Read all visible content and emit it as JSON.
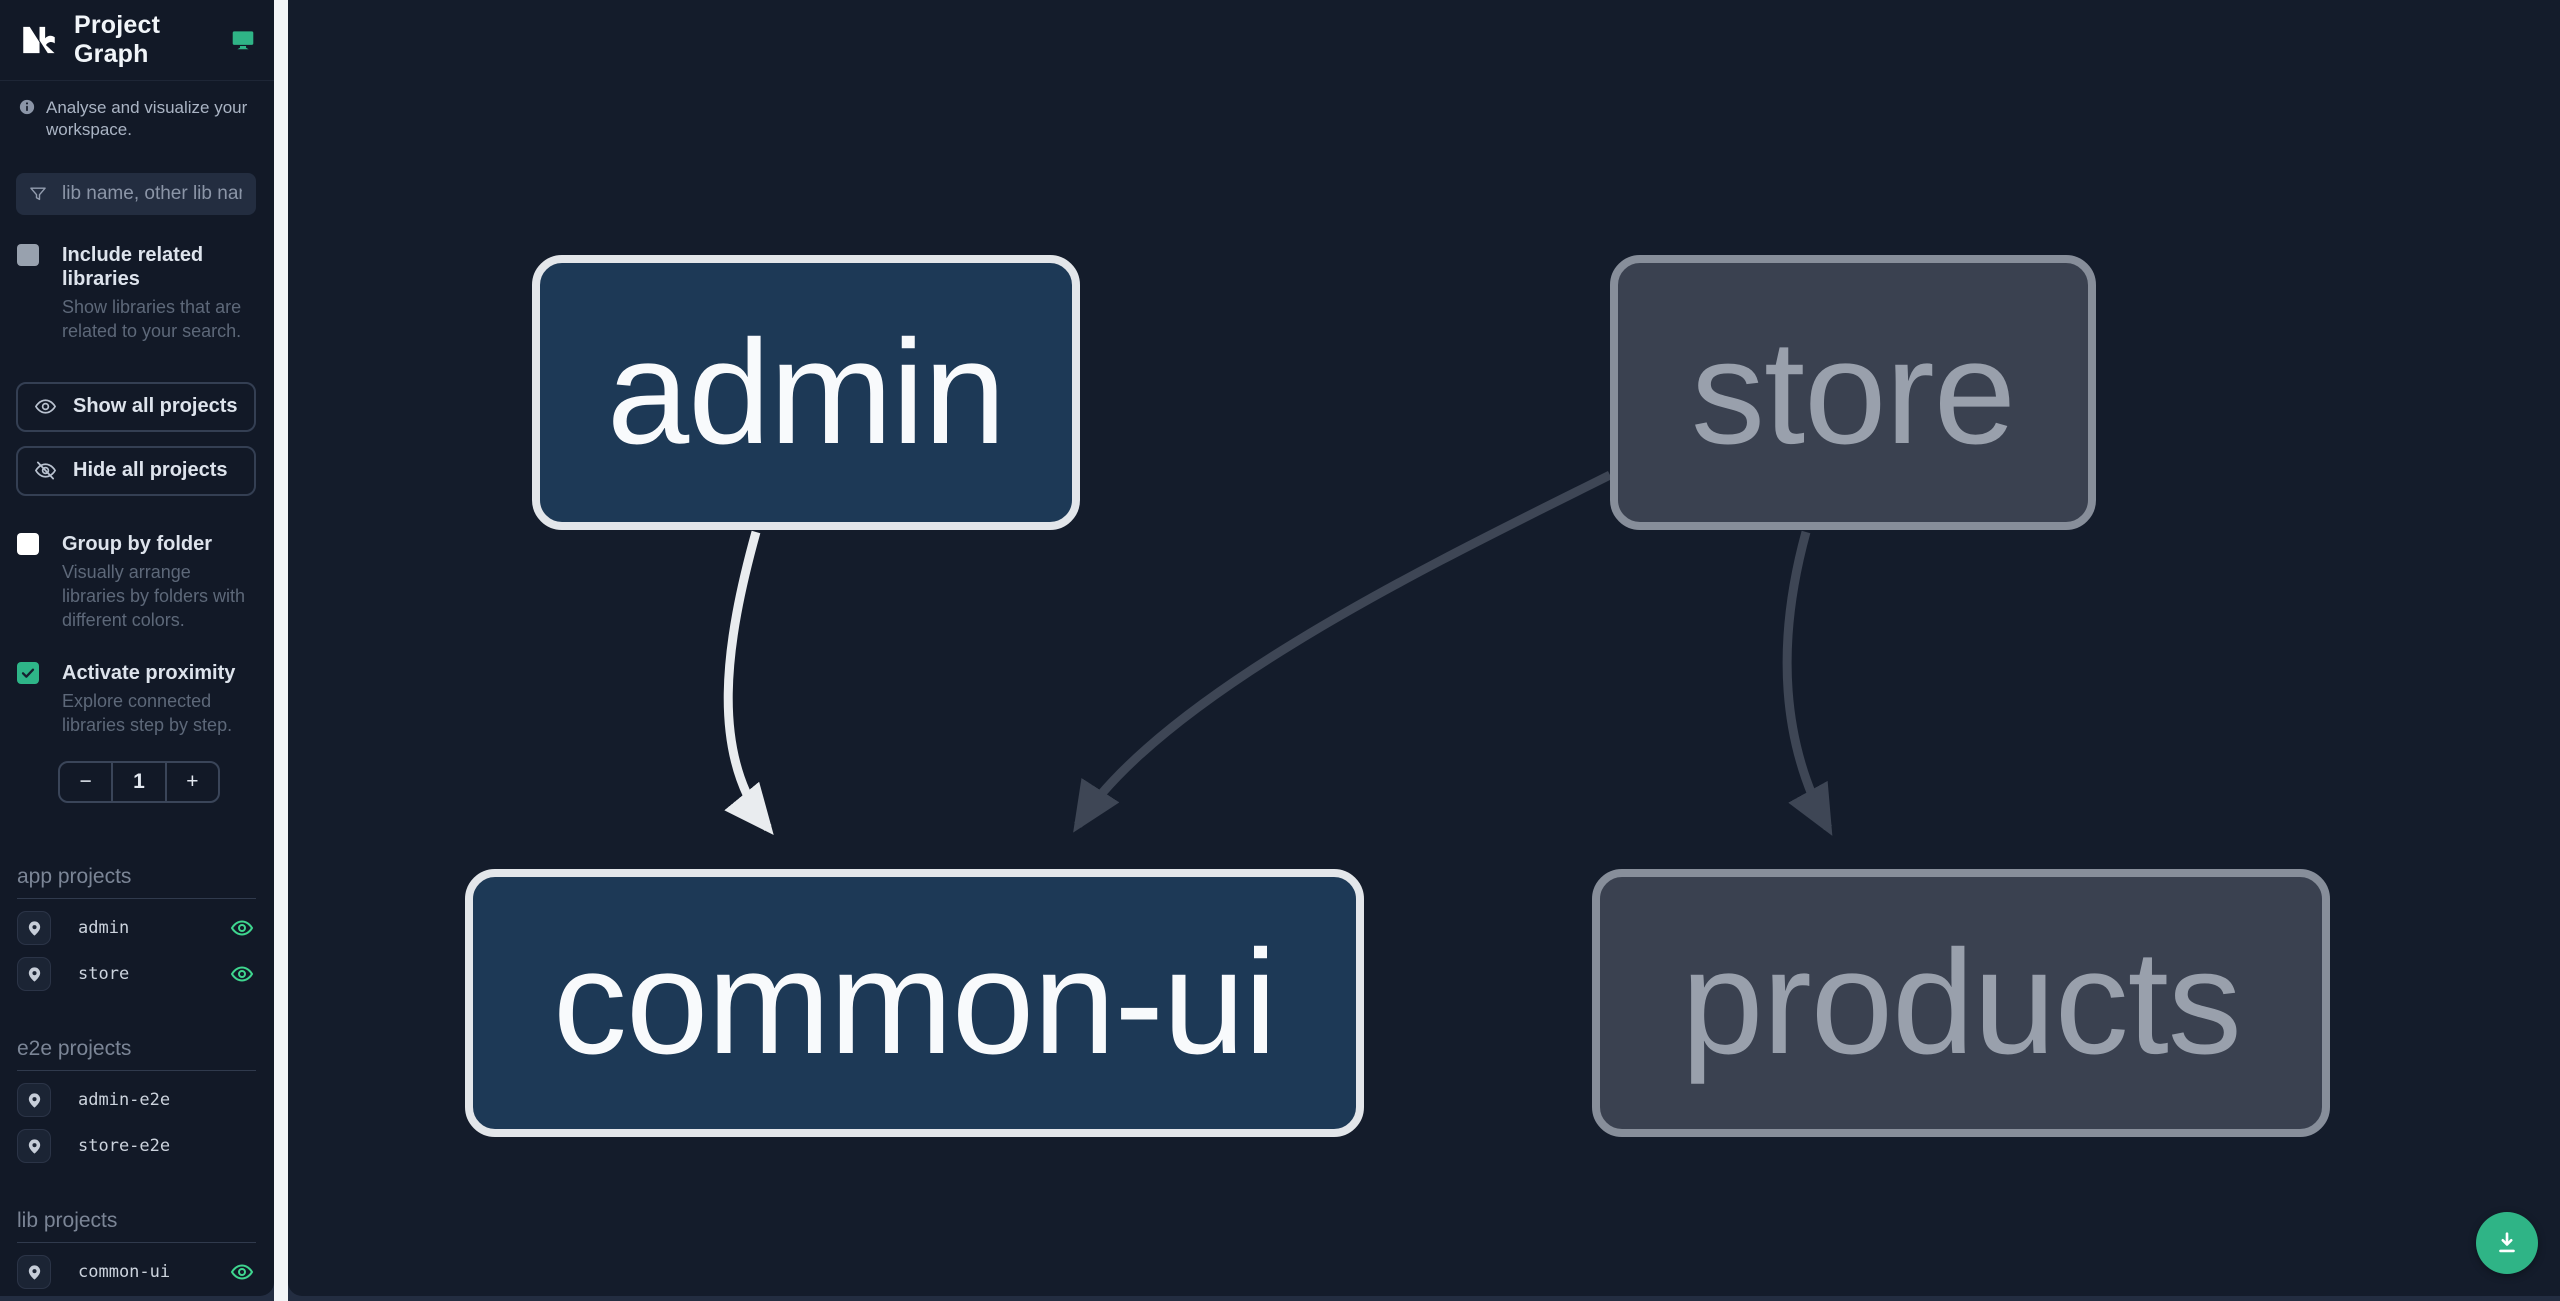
{
  "header": {
    "title": "Project Graph"
  },
  "subheader": {
    "text": "Analyse and visualize your workspace."
  },
  "search": {
    "placeholder": "lib name, other lib name"
  },
  "filters": {
    "include_related": {
      "label": "Include related libraries",
      "description": "Show libraries that are related to your search.",
      "checked": false
    },
    "group_by_folder": {
      "label": "Group by folder",
      "description": "Visually arrange libraries by folders with different colors.",
      "checked": false
    },
    "activate_proximity": {
      "label": "Activate proximity",
      "description": "Explore connected libraries step by step.",
      "checked": true
    }
  },
  "actions": {
    "show_all_label": "Show all projects",
    "hide_all_label": "Hide all projects"
  },
  "stepper": {
    "decrement_label": "−",
    "value": "1",
    "increment_label": "+"
  },
  "sections": [
    {
      "title": "app projects",
      "items": [
        {
          "name": "admin",
          "eye_visible": true
        },
        {
          "name": "store",
          "eye_visible": true
        }
      ]
    },
    {
      "title": "e2e projects",
      "items": [
        {
          "name": "admin-e2e",
          "eye_visible": false
        },
        {
          "name": "store-e2e",
          "eye_visible": false
        }
      ]
    },
    {
      "title": "lib projects",
      "items": [
        {
          "name": "common-ui",
          "eye_visible": true
        },
        {
          "name": "products",
          "eye_visible": true
        }
      ]
    }
  ],
  "graph": {
    "nodes": [
      {
        "id": "admin",
        "label": "admin",
        "group": "app projects",
        "state": "focused"
      },
      {
        "id": "store",
        "label": "store",
        "group": "app projects",
        "state": "dimmed"
      },
      {
        "id": "common-ui",
        "label": "common-ui",
        "group": "lib projects",
        "state": "focused"
      },
      {
        "id": "products",
        "label": "products",
        "group": "lib projects",
        "state": "dimmed"
      }
    ],
    "edges": [
      {
        "source": "admin",
        "target": "common-ui",
        "state": "highlighted"
      },
      {
        "source": "store",
        "target": "common-ui",
        "state": "dimmed"
      },
      {
        "source": "store",
        "target": "products",
        "state": "dimmed"
      }
    ]
  },
  "colors": {
    "accent_green": "#2fb486",
    "eye_green": "#3fd68f",
    "focused_node_fill": "#1d3956",
    "focused_node_border": "#e3e6ea",
    "dimmed_node_fill": "#3a4150",
    "dimmed_node_border": "#878e9a",
    "highlight_edge": "#e9ecef",
    "dimmed_edge": "#3e4655",
    "sidebar_bg": "#121927",
    "canvas_bg": "#141c2b"
  }
}
